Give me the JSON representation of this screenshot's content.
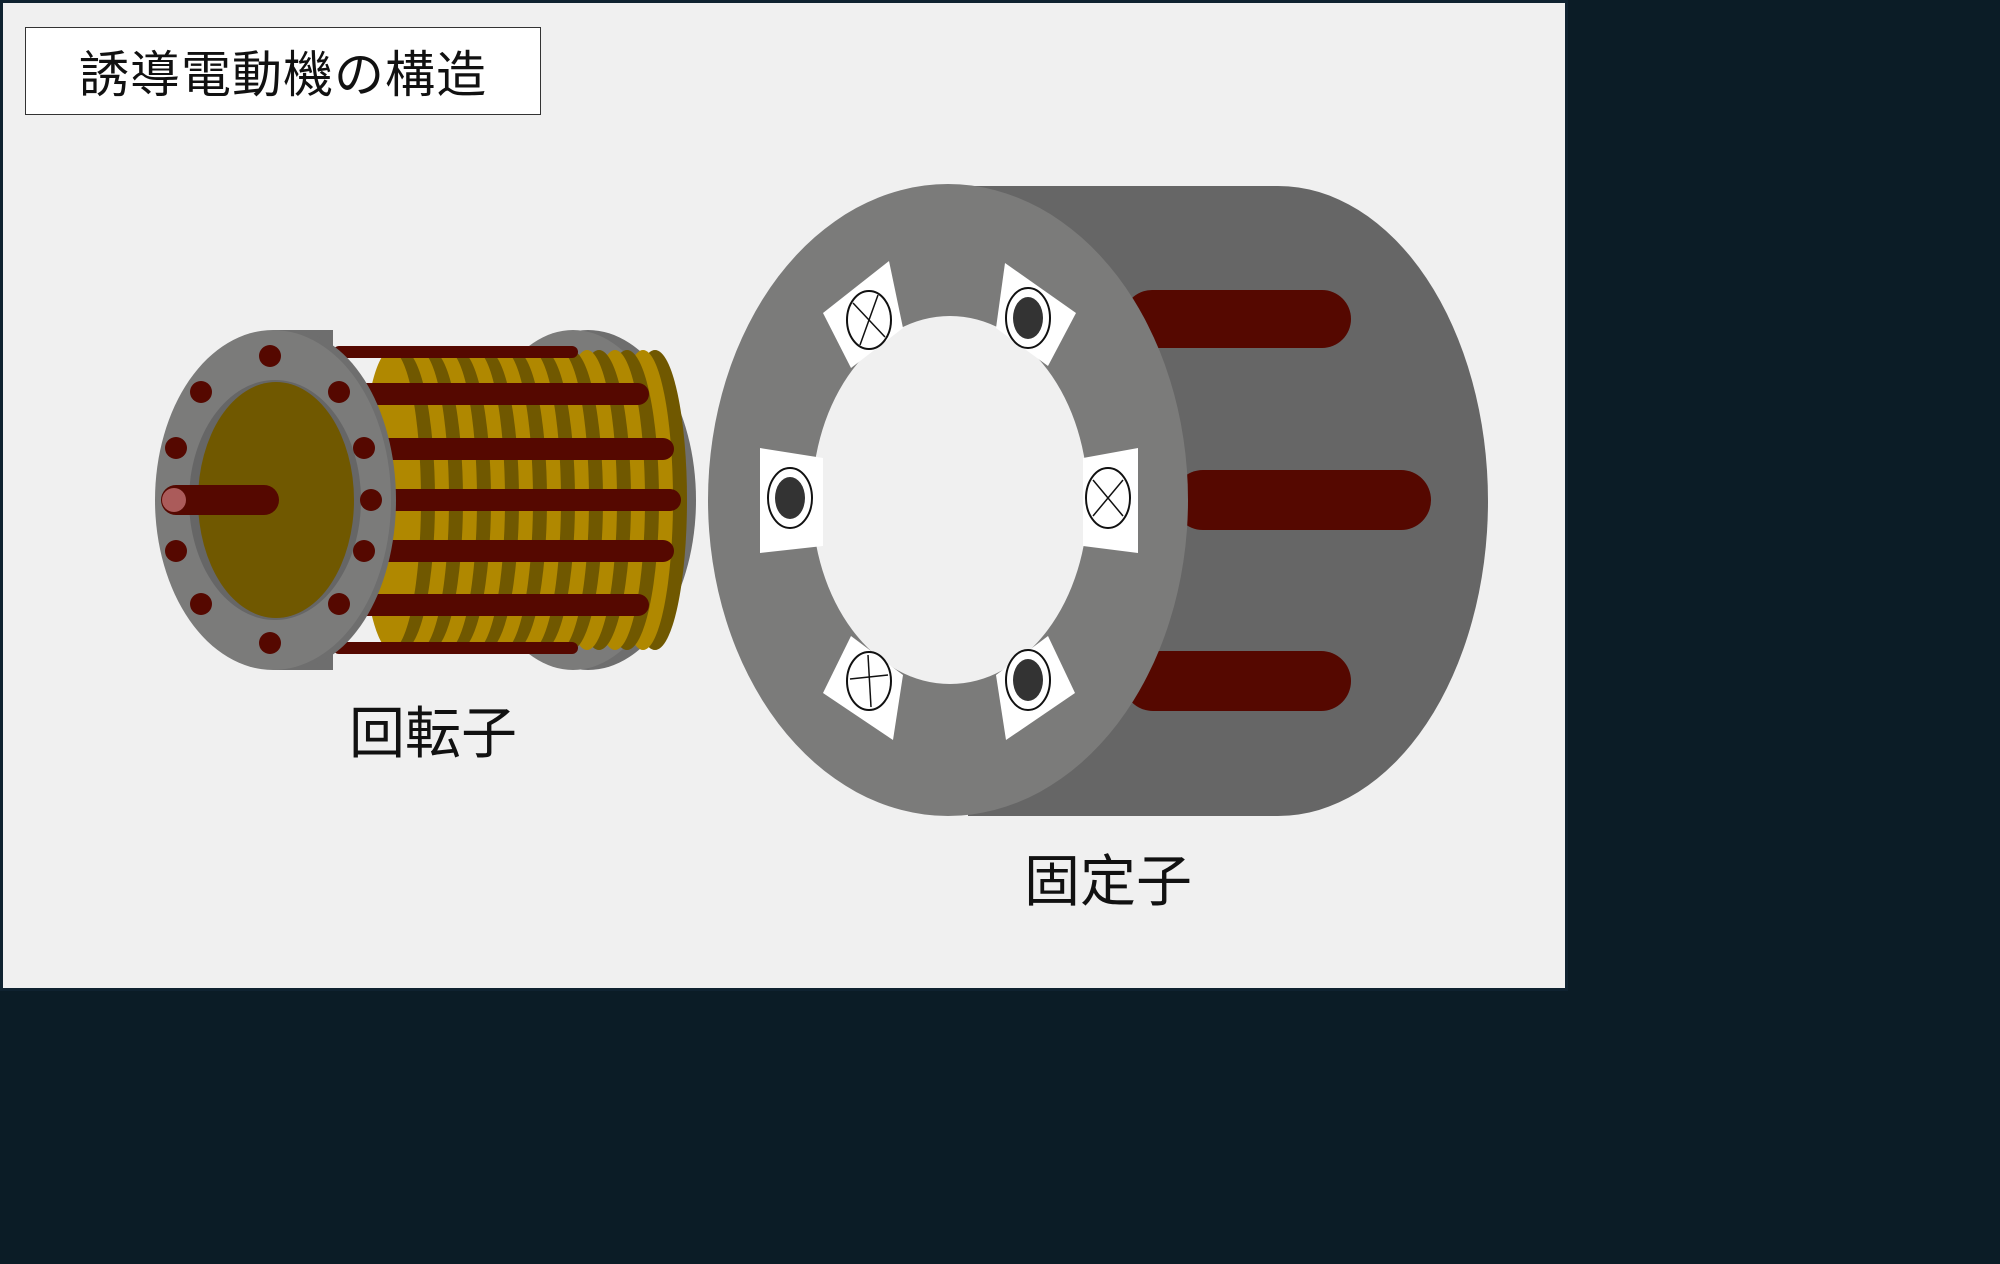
{
  "title": "誘導電動機の構造",
  "labels": {
    "rotor": "回転子",
    "stator": "固定子"
  },
  "colors": {
    "background": "#f0f0f0",
    "frame_border": "#0f2230",
    "steel_light": "#7b7b7a",
    "steel_dark": "#666666",
    "conductor_bar": "#550800",
    "rotor_core": "#705800",
    "rotor_lamination": "#b08800",
    "coil_slot": "#ffffff",
    "coil_dot": "#333333"
  },
  "icons": {
    "coil_current_out": "dot-circle",
    "coil_current_in": "cross-circle"
  }
}
